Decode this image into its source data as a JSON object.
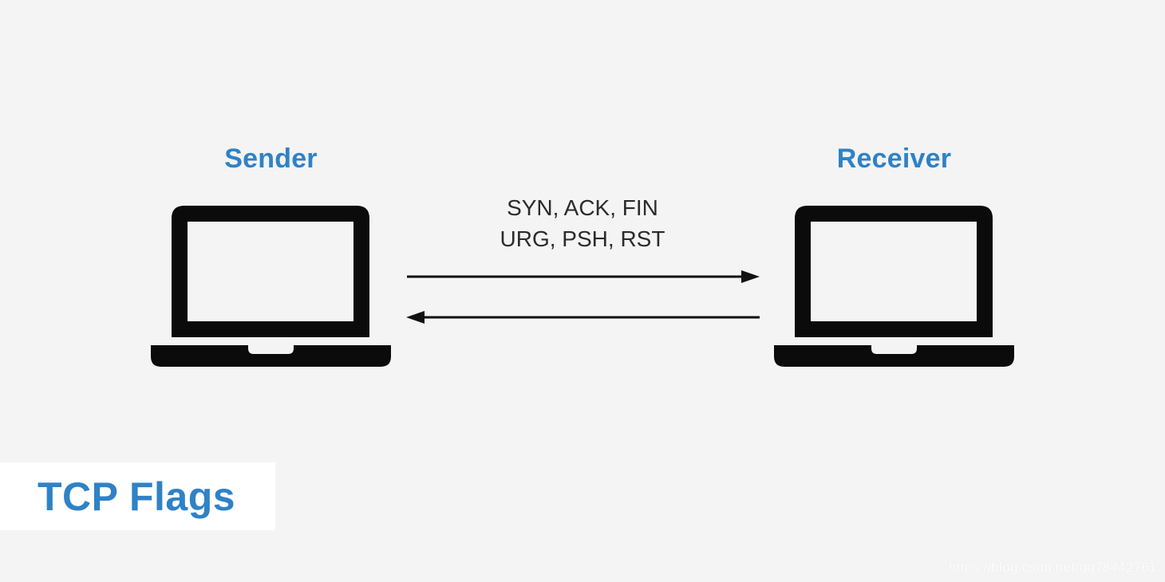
{
  "page": {
    "background_color": "#f4f4f4",
    "accent_blue": "#2f82c6",
    "icon_black": "#0b0b0b",
    "flags_text_color": "#2b2b2b",
    "title_box_color": "#ffffff"
  },
  "diagram": {
    "sender": {
      "label": "Sender"
    },
    "receiver": {
      "label": "Receiver"
    },
    "channel": {
      "flags_line1": "SYN, ACK, FIN",
      "flags_line2": "URG, PSH, RST",
      "forward_arrow": "sender-to-receiver",
      "reverse_arrow": "receiver-to-sender"
    },
    "title": "TCP Flags",
    "watermark": "https://blog.csdn.net/qq78442761"
  }
}
